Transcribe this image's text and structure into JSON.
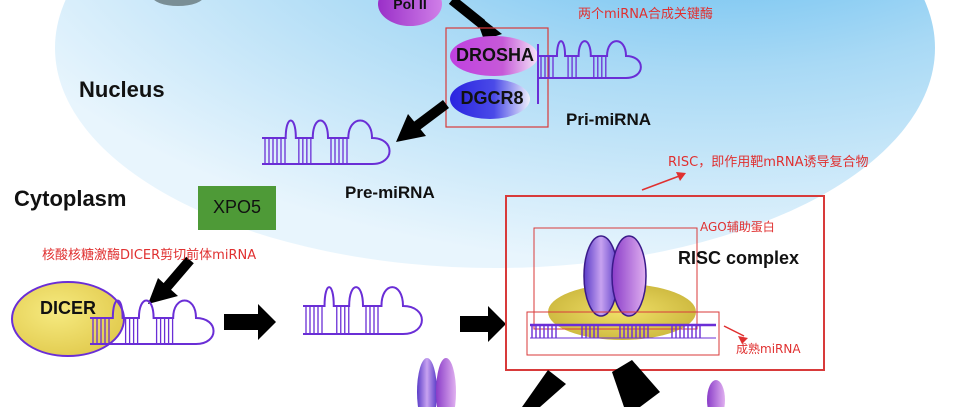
{
  "regions": {
    "nucleus": "Nucleus",
    "cytoplasm": "Cytoplasm"
  },
  "enzymes": {
    "pol2": "Pol II",
    "drosha": "DROSHA",
    "dgcr8": "DGCR8",
    "xpo5": "XPO5",
    "dicer": "DICER"
  },
  "rna": {
    "pri": "Pri-miRNA",
    "pre": "Pre-miRNA"
  },
  "risc": {
    "title": "RISC complex"
  },
  "annotations": {
    "key_enzymes": "两个miRNA合成关键酶",
    "risc_desc": "RISC，即作用靶mRNA诱导复合物",
    "ago": "AGO辅助蛋白",
    "mature": "成熟miRNA",
    "dicer_desc": "核酸核糖激酶DICER剪切前体miRNA"
  },
  "colors": {
    "rna": "#6a2ed6",
    "annotation": "#e03030",
    "box": "#d83a3a"
  }
}
